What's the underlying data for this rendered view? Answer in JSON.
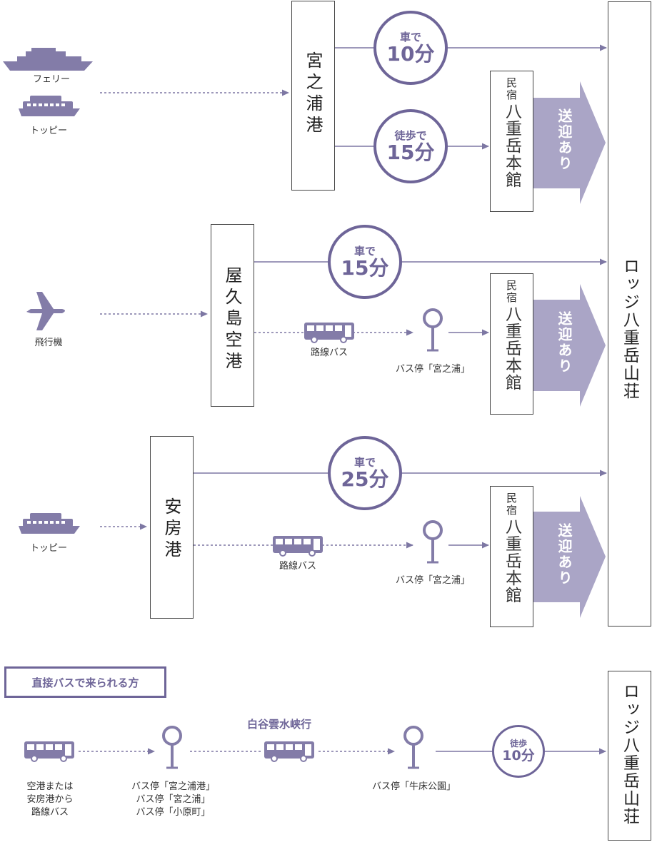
{
  "origins": {
    "ferry_label": "フェリー",
    "toppy_label": "トッピー",
    "plane_label": "飛行機",
    "toppy2_label": "トッピー"
  },
  "hubs": {
    "miyanoura": "宮之浦港",
    "airport": "屋久島空港",
    "anbo": "安房港"
  },
  "car_times": [
    {
      "cap": "車で",
      "num": "10分"
    },
    {
      "cap": "車で",
      "num": "15分"
    },
    {
      "cap": "車で",
      "num": "25分"
    }
  ],
  "walk_time": {
    "cap": "徒歩で",
    "num": "15分"
  },
  "minshuku": {
    "small": "民宿",
    "name": "八重岳本館"
  },
  "pickup_label": "送迎あり",
  "lodge_name": "ロッジ八重岳山荘",
  "route_bus_label": "路線バス",
  "bus_stop_miyanoura": "バス停「宮之浦」",
  "direct_section": {
    "title": "直接バスで来られる方",
    "origin_lines": [
      "空港または",
      "安房港から",
      "路線バス"
    ],
    "stop_lines": [
      "バス停「宮之浦港」",
      "バス停「宮之浦」",
      "バス停「小原町」"
    ],
    "route_name": "白谷雲水峡行",
    "stop2_label": "バス停「牛床公園」",
    "walk_time": {
      "cap": "徒歩",
      "num": "10分"
    }
  },
  "colors": {
    "accent": "#6e6598",
    "arrow_fill": "#aaa5c6",
    "line": "#7d77a3"
  }
}
